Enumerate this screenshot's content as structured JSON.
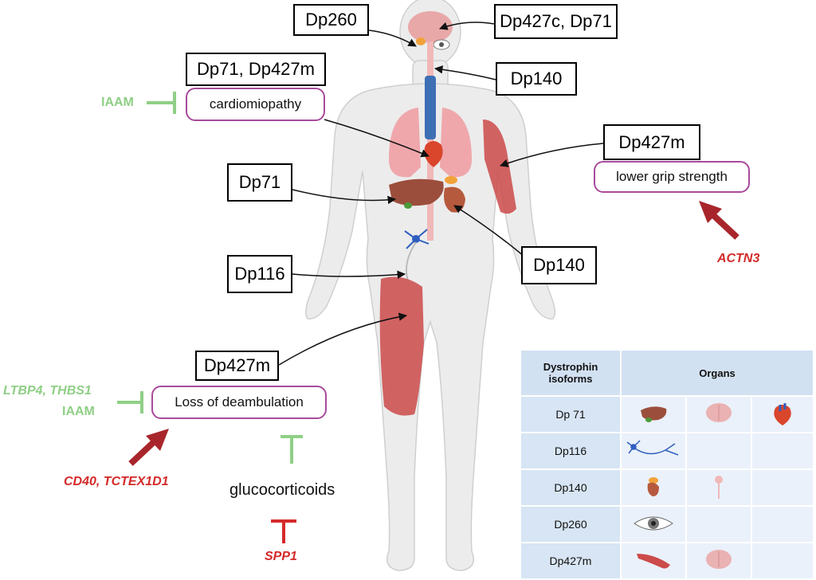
{
  "isoform_boxes": {
    "dp260_top": "Dp260",
    "dp427c_dp71": "Dp427c, Dp71",
    "dp71_dp427m": "Dp71, Dp427m",
    "dp140_top": "Dp140",
    "dp427m_arm": "Dp427m",
    "dp71_liver": "Dp71",
    "dp116": "Dp116",
    "dp140_kidney": "Dp140",
    "dp427m_leg": "Dp427m"
  },
  "phenotypes": {
    "cardiomyopathy": "cardiomiopathy",
    "grip": "lower grip strength",
    "deambulation": "Loss of deambulation"
  },
  "modifiers": {
    "iaam_cardio": "IAAM",
    "actn3": "ACTN3",
    "ltbp4_thbs1": "LTBP4, THBS1",
    "iaam_deamb": "IAAM",
    "cd40_tctex1d1": "CD40, TCTEX1D1",
    "glucocorticoids": "glucocorticoids",
    "spp1": "SPP1"
  },
  "colors": {
    "phenotype_border": "#a84a9c",
    "protective": "#8fcf86",
    "risk": "#d42a2a",
    "arrow_risk": "#a8262b",
    "table_header": "#d2e1f2",
    "table_cell": "#eaf1fa"
  },
  "table": {
    "header_isoforms": "Dystrophin isoforms",
    "header_organs": "Organs",
    "rows": [
      {
        "name": "Dp 71",
        "organs": [
          "liver-icon",
          "brain-icon",
          "heart-icon"
        ]
      },
      {
        "name": "Dp116",
        "organs": [
          "nerve-icon"
        ]
      },
      {
        "name": "Dp140",
        "organs": [
          "kidney-icon",
          "spinal-cord-icon"
        ]
      },
      {
        "name": "Dp260",
        "organs": [
          "eye-icon"
        ]
      },
      {
        "name": "Dp427m",
        "organs": [
          "muscle-icon",
          "brain-icon"
        ]
      }
    ]
  }
}
